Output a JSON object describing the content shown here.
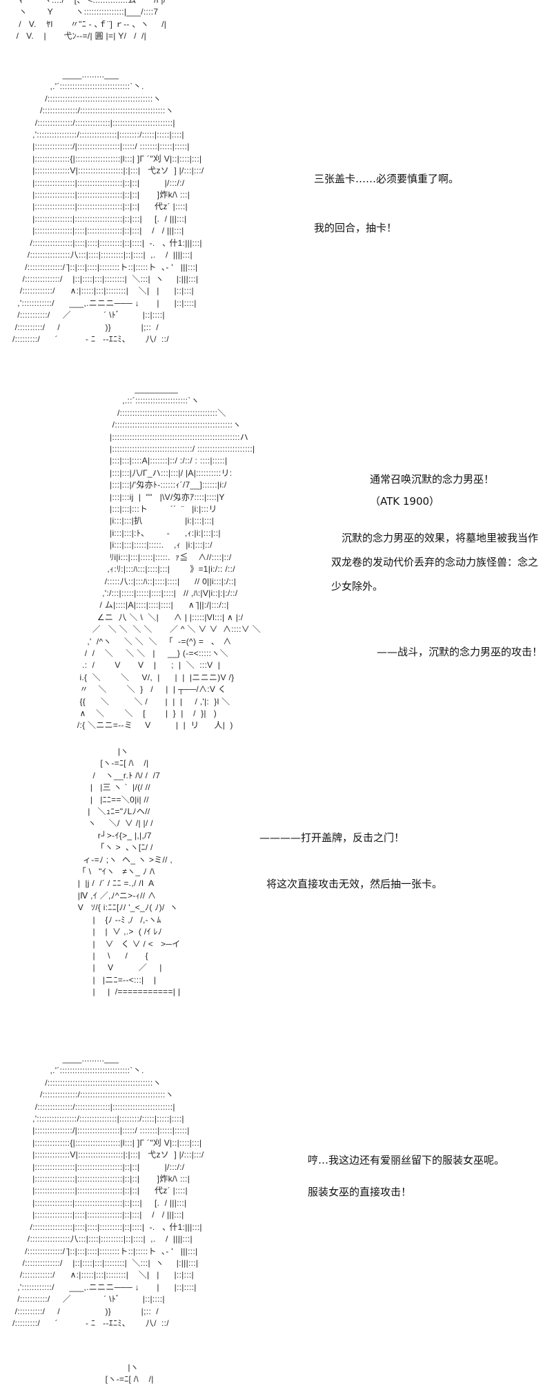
{
  "art": {
    "top_fragment": [
      "  ﾏ        ヽ::::/    [、 <::::::::::::::ム       /l |/",
      "  ヽ        Y         ヽ::::::::::::::::|___/::::7",
      "  /   V.    ﾔl       〃\"ﾆ - ､ｆ¨] ｒ-- 、ヽ     /|",
      " /   V.    |       弋ﾝ--=/| 圓 |=| Y/   /  /|"
    ],
    "girl": [
      "                    ____.........___",
      "               ,.'´::::::::::::::::::::::::::::`丶.",
      "             /::::::::::::::::::::::::::::::::::::::::::ヽ",
      "           /::::::::::::::/::::::::::::::::::::::::::::::::::ヽ",
      "         /::::::::::::::/::::::::::::::|::::::::::::::::::::::::|",
      "        ,'::::::::::::::::/:::::::::::::::|::::::::/:::::|:::::|::::|",
      "        |:::::::::::::::/|:::::::::::::::::|:::::/ :::::::|:::::|:::::|",
      "        |::::::::::::::{|::::::::::::::::::|l:::| ]Г ´\"刈 V|::|::::|:::|",
      "        |::::::::::::::V|::::::::::::::::::|:|:::|   弋zソ  ] |/:::|:::/",
      "        |::::::::::::::::|::::::::::::::::::|::|::|          |/:::/:/",
      "        |::::::::::::::::|::::::::::::::::::|::|::|       ]炸k/\\ :::|",
      "        |::::::::::::::::|::::::::::::::::::|::|::|      代z´ |::::|",
      "        |:::::::::::::::|:::::::::::::::::::|::|:::|     [.  / |||:::|",
      "        |:::::::::::::::|::::|::::::::::::::|::|:::|    /   / |||:::|",
      "       /::::::::::::::::|::::|::::|:::::::::|::|::::|  -.   ､ 什1:|||:::|",
      "      /::::::::::::::::八:::|::::|:::::::::|::|::::|  ,.    /  ||||:::|",
      "     /::::::::::::::/ ̄|::|:::|::::|::::::::ト::|:::::ト  ､‐ '   |||:::|",
      "    /::::::::::::::/    |::|::::|:::|::::::::|  ＼:::|  ヽ     |:|||:::|",
      "   /::::::::::::/      ∧:|:::::|:::|::::::::|    ＼|   |      |::|:::|",
      "  ,'::::::::::::/      ___,.ニニニ─── ↓       |      |::|::::|",
      "  /:::::::::::/     ／             ´ \\ﾄﾞ         |::|::::|",
      " /::::::::::/     /                  )}            |;::  /",
      "/:::::::::/      ´           ‐ ﾆ   ‐‐ｴﾆﾐ、      八/  ::/"
    ],
    "boy": [
      "                             _________",
      "                        ,.::´:::::::::::::::::::::`ヽ",
      "                      /:::::::::::::::::::::::::::::::::::::::＼",
      "                    /:::::::::::::::::::::::::::::::::::::::::::::::ヽ",
      "                   |:::::::::::::::::::::::::::::::::::::::::::::::::::ハ",
      "                   |::::::::::::::::::::::::::::::::/ ::::::::::::::::::::::|",
      "                   |:::|:::|::::A|:::::::|::/ :/::/ : ::::|:::::|",
      "                   |:::|:::|八/Г_ハ:::|:::|/ |A|::::::::::リ:",
      "                   |:::|:::|/'匁亦ﾄ‐::::::ｨ´/7__]::::::|i:/",
      "                   |:::|:::ij  |  \"\"   |\\V/匁亦ｱ::::|::::|Y",
      "                   |:::|:::|:::ト         ´´  ¨   |i:|:::リ",
      "                   |i:::|:::|扒                 |i:|:::|:::|",
      "                   |i:::|:::|:ﾄ、       -      ,ｨ:|i:|:::|::|",
      "                   |i:::|:::|:::::|:::::.    ,ｨ  |i:|:::|::/",
      "                   ﾘi|i:::|:::|:::::|:::::.  ｧ≦    ∧//::::|::/",
      "                  ,ｨ:ﾘ:|:::ﾊ:::|::::|:::|        》=1|i:/:: /::/",
      "                 /:::::八::|:::ﾊ::|::::|::::|      // 0||i:::|:/::|",
      "                ,':/:::|:::::|:::::|::::|::::|   // ,ﾊ:|V|i::|:|:/::/",
      "               / ム|::::|A|::::|::::|::::|      ∧ ̄|||:/|:::/::|",
      "              ∠ニ  八 ＼ \\  ＼|      ∧ | |:::::|Vl:::| ∧ |:/",
      "            ／   ＼ ＼  ＼ ＼       ／ ^ ＼ ∨ ∨  ∧::::∨ ＼",
      "          ,'  /^ヽ     ＼ ＼  ＼   「  -=(^) =   ､   ∧",
      "         /  /    ＼     ＼ ＼   |     __} (-=<:::::ヽ＼",
      "        .:  /        V       V    |      ;  |  ＼  :::V  |",
      "       i.{  ＼        ＼     V/,  |      |  |  |ニニニ)V /}",
      "       〃    ＼        ＼  }   /     |  | ┬──/∧:V く",
      "       {{      ＼          ＼ /       |  |  |     / ,'|:  }l ＼",
      "       ∧    ＼        ＼    [        |  }  |    /  }|   )",
      "      /:{ ＼ニニ=‐‐ミ     V          |  |  リ      人|  )"
    ],
    "boy2": [
      "                         |ヽ",
      "                  [ヽ‐=ﾆ[ /\\    /|",
      "               /    ヽ__r.ﾄ /\\/ /  /7",
      "              |   |三 ヽ `  |/(/ //",
      "              |   |ﾆﾆ==＼0|i| //",
      "             |   ＼ｭﾆ=\"ﾉLﾉヘ//",
      "             ヽ     ＼/  ∨ /| |/ /",
      "                 r┘>‐ｲ{>_ |,|,/7",
      "                  ｢ヽ >  ､ヽ[ﾆ/ /",
      "           ィ‐=ﾉ ;ヽ  ヘ_ ヽ >ミ// ,",
      "         「 \\   \"ｲヽ   ≠ヽ_ ﾉ /\\",
      "         |  |j /  /´ / ﾆﾆ =.,/ /I  A",
      "         |Ⅳ ,ｲ ／,ﾉ^ニ>-ｨ// ∧",
      "         V   ｿ/{ i:ﾆﾆ[ﾉ/ '_<_ﾉ( ﾉ)/  ヽ",
      "               |    {ﾉ --ﾐ ,/   /,-ヽﾑ",
      "               |    |  ∨ ,.>  ( /ｲ ﾚﾉ",
      "               |    ∨   く ∨ / <   >─イ",
      "               |     \\      /       {",
      "               |     V          ／     |",
      "               |   |ニﾆ=‐‐<:::|    |",
      "               |     |  /===========| |"
    ],
    "bottom_fragment": [
      "                             |ヽ",
      "                    [ヽ‐=ﾆ[ /\\    /|"
    ]
  },
  "panels": {
    "p1": {
      "line1": "三张盖卡……必须要慎重了啊。",
      "line2": "我的回合，抽卡！"
    },
    "p2": {
      "summon": "通常召唤沉默的念力男巫！",
      "atk": "（ATK 1900）",
      "effect": "　沉默的念力男巫的效果，将墓地里被我当作双龙卷的发动代价丢弃的念动力族怪兽：念之少女除外。",
      "battle": "——战斗，沉默的念力男巫的攻击！"
    },
    "p3": {
      "trap": "————打开盖牌，反击之门！",
      "desc": "将这次直接攻击无效，然后抽一张卡。"
    },
    "p4": {
      "line1": "哼…我这边还有爱丽丝留下的服装女巫呢。",
      "line2": "服装女巫的直接攻击！"
    }
  }
}
